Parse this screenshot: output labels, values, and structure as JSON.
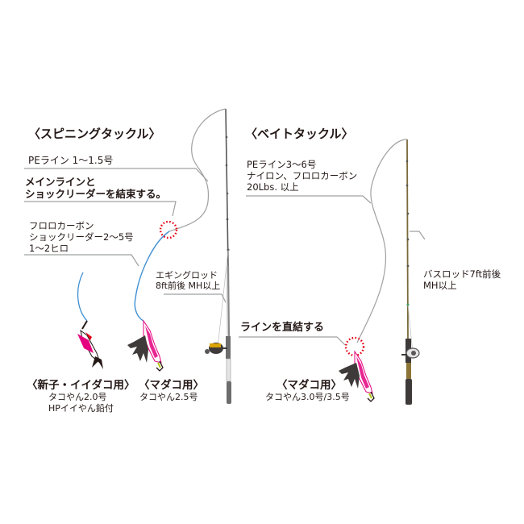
{
  "spinning": {
    "title": "〈スピニングタックル〉",
    "main_line": "PEライン 1～1.5号",
    "knot_note_line1": "メインラインと",
    "knot_note_line2": "ショックリーダーを結束する。",
    "leader_line1": "フロロカーボン",
    "leader_line2": "ショックリーダー2～5号",
    "leader_line3": "1～2ヒロ",
    "rod_line1": "エギングロッド",
    "rod_line2": "8ft前後 MH以上",
    "lure_small": {
      "title": "〈新子・イイダコ用〉",
      "line1": "タコやん2.0号",
      "line2": "HPイイやん鉛付"
    },
    "lure_madako": {
      "title": "〈マダコ用〉",
      "line1": "タコやん2.5号"
    }
  },
  "bait": {
    "title": "〈ベイトタックル〉",
    "line_line1": "PEライン3～6号",
    "line_line2": "ナイロン、フロロカーボン",
    "line_line3": "20Lbs. 以上",
    "direct_tie": "ラインを直結する",
    "rod_line1": "バスロッド7ft前後",
    "rod_line2": "MH以上",
    "lure_madako": {
      "title": "〈マダコ用〉",
      "line1": "タコやん3.0号/3.5号"
    }
  },
  "colors": {
    "pe_line": "#9fa0a0",
    "leader_line": "#3f8fd2",
    "knot_marker": "#e60012",
    "lure_pink": "#e4007f",
    "leader_callout": "#595757",
    "text": "#231815"
  }
}
